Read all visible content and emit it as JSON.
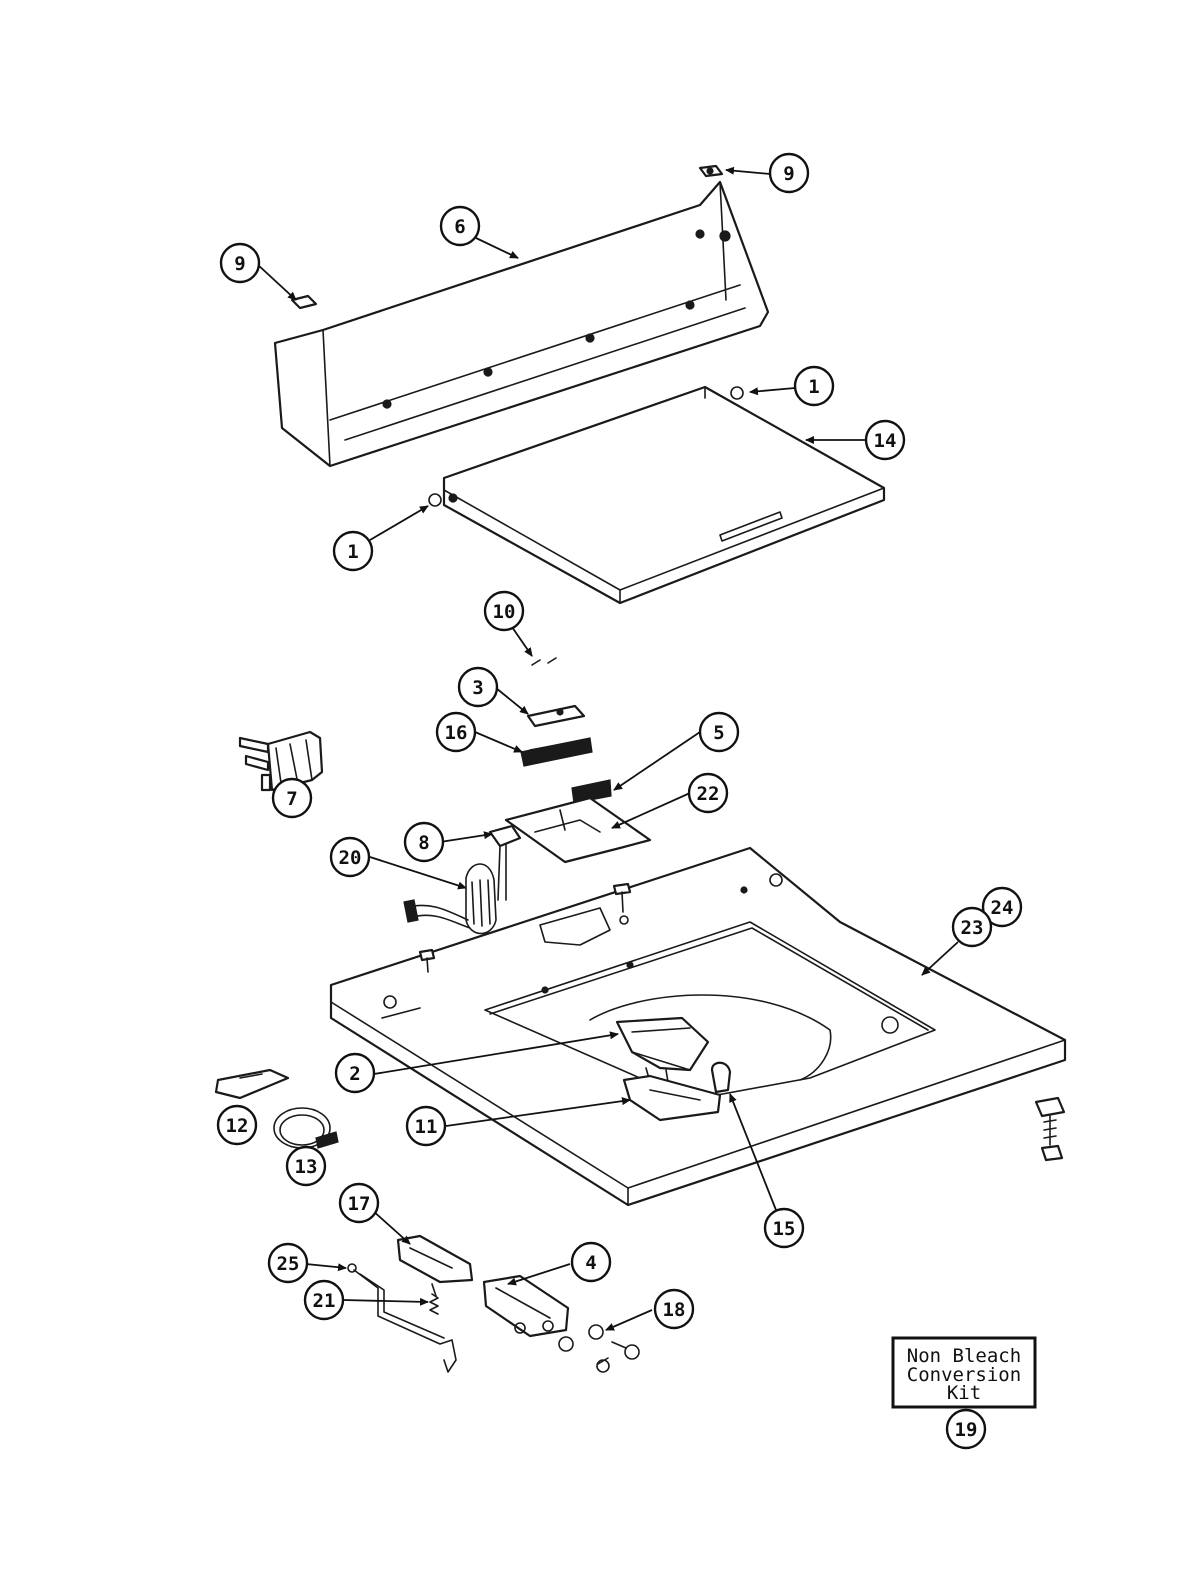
{
  "callouts": [
    {
      "id": "c9a",
      "label": "9"
    },
    {
      "id": "c9b",
      "label": "9"
    },
    {
      "id": "c6",
      "label": "6"
    },
    {
      "id": "c1a",
      "label": "1"
    },
    {
      "id": "c14",
      "label": "14"
    },
    {
      "id": "c1b",
      "label": "1"
    },
    {
      "id": "c10",
      "label": "10"
    },
    {
      "id": "c3",
      "label": "3"
    },
    {
      "id": "c16",
      "label": "16"
    },
    {
      "id": "c5",
      "label": "5"
    },
    {
      "id": "c22",
      "label": "22"
    },
    {
      "id": "c7",
      "label": "7"
    },
    {
      "id": "c8",
      "label": "8"
    },
    {
      "id": "c20",
      "label": "20"
    },
    {
      "id": "c24",
      "label": "24"
    },
    {
      "id": "c23",
      "label": "23"
    },
    {
      "id": "c2",
      "label": "2"
    },
    {
      "id": "c11",
      "label": "11"
    },
    {
      "id": "c12",
      "label": "12"
    },
    {
      "id": "c13",
      "label": "13"
    },
    {
      "id": "c15",
      "label": "15"
    },
    {
      "id": "c17",
      "label": "17"
    },
    {
      "id": "c25",
      "label": "25"
    },
    {
      "id": "c4",
      "label": "4"
    },
    {
      "id": "c21",
      "label": "21"
    },
    {
      "id": "c18",
      "label": "18"
    },
    {
      "id": "c19",
      "label": "19"
    }
  ],
  "kit": {
    "line1": "Non Bleach",
    "line2": "Conversion",
    "line3": "Kit"
  }
}
